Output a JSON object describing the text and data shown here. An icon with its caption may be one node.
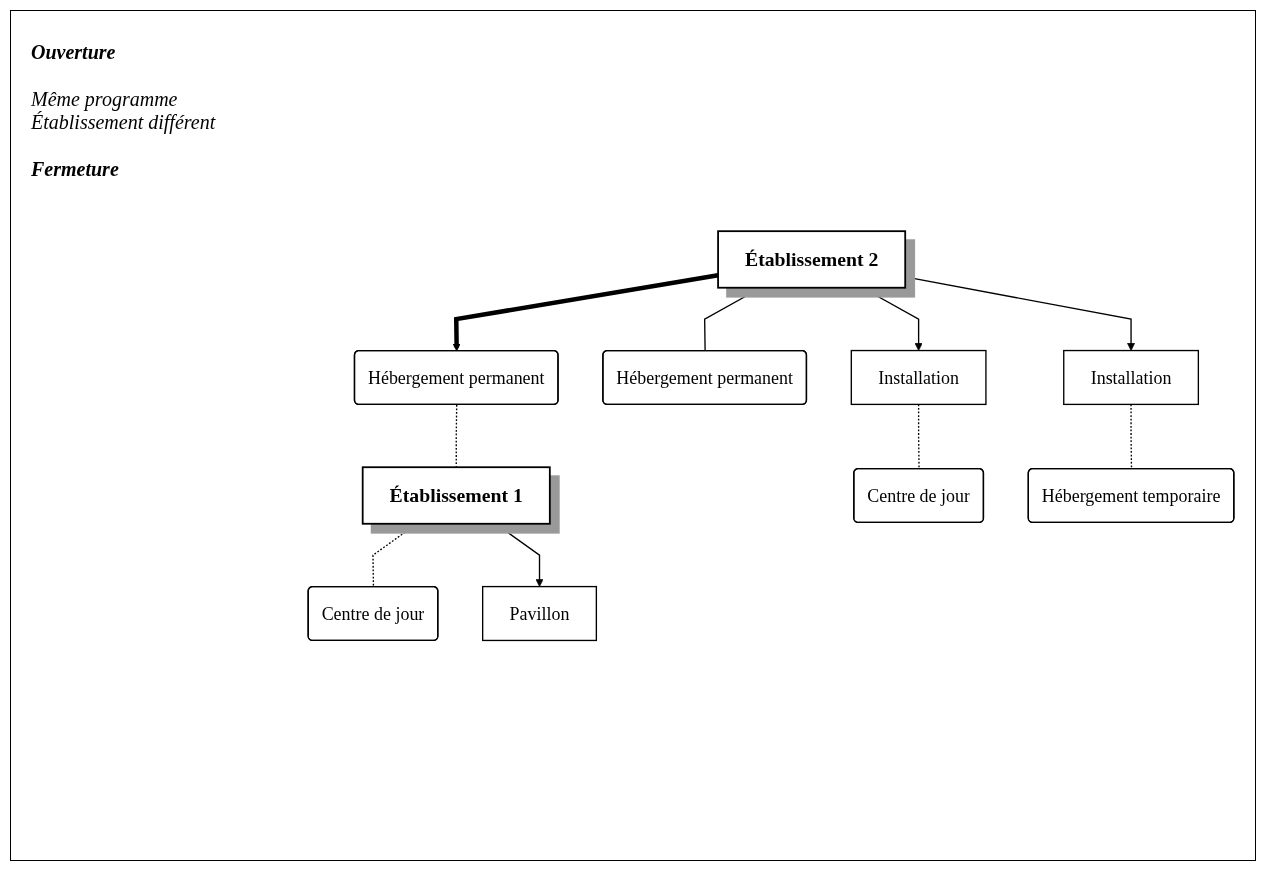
{
  "diagram": {
    "nodes": [
      {
        "text": [
          "Hébergement permanent"
        ]
      },
      {
        "text": [
          "Établissement 1"
        ]
      },
      {
        "text": [
          "Centre de jour"
        ]
      },
      {
        "text": [
          "Pavillon"
        ]
      },
      {
        "text": [
          "Établissement 2"
        ]
      },
      {
        "text": [
          "Hébergement permanent"
        ]
      },
      {
        "text": [
          "Installation"
        ]
      },
      {
        "text": [
          "Installation"
        ]
      },
      {
        "text": [
          "Centre de jour"
        ]
      },
      {
        "text": [
          "Hébergement temporaire"
        ]
      }
    ],
    "edges": [
      {
        "from": 0,
        "to": 1,
        "arrow": "none",
        "style": "dashed"
      },
      {
        "from": 1,
        "to": 2,
        "arrow": "none",
        "style": "dashed"
      },
      {
        "from": 1,
        "to": 3,
        "arrow": "to"
      },
      {
        "from": 4,
        "to": 0,
        "arrow": "to",
        "style": "thick"
      },
      {
        "from": 4,
        "to": 5,
        "arrow": "none"
      },
      {
        "from": 4,
        "to": 6,
        "arrow": "to"
      },
      {
        "from": 4,
        "to": 7,
        "arrow": "to"
      },
      {
        "from": 6,
        "to": 8,
        "arrow": "none",
        "style": "dashed"
      },
      {
        "from": 7,
        "to": 9,
        "arrow": "none",
        "style": "dashed"
      }
    ],
    "labels": [
      "Ouverture",
      "Même programme Établissement différent",
      "Fermeture"
    ]
  }
}
